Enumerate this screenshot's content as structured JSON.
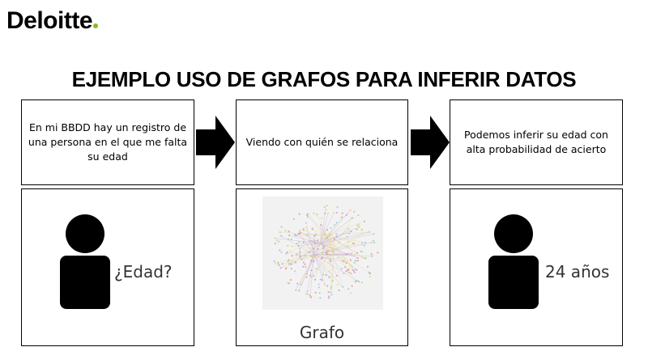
{
  "brand": {
    "logo_text": "Deloitte",
    "dot_color": "#86BC25"
  },
  "title": "EJEMPLO USO DE GRAFOS PARA INFERIR DATOS",
  "steps": [
    {
      "text": "En mi BBDD hay un registro de una persona en el que me falta su edad",
      "caption": "¿Edad?",
      "icon": "person-icon"
    },
    {
      "text": "Viendo con quién se relaciona",
      "caption": "Grafo",
      "icon": "graph-image"
    },
    {
      "text": "Podemos inferir su edad con alta probabilidad de acierto",
      "caption": "24 años",
      "icon": "person-icon"
    }
  ],
  "colors": {
    "graph_node_colors": [
      "#c9a0dc",
      "#f2d27a",
      "#a6c8e0",
      "#b0d98a",
      "#e39a9a"
    ]
  }
}
